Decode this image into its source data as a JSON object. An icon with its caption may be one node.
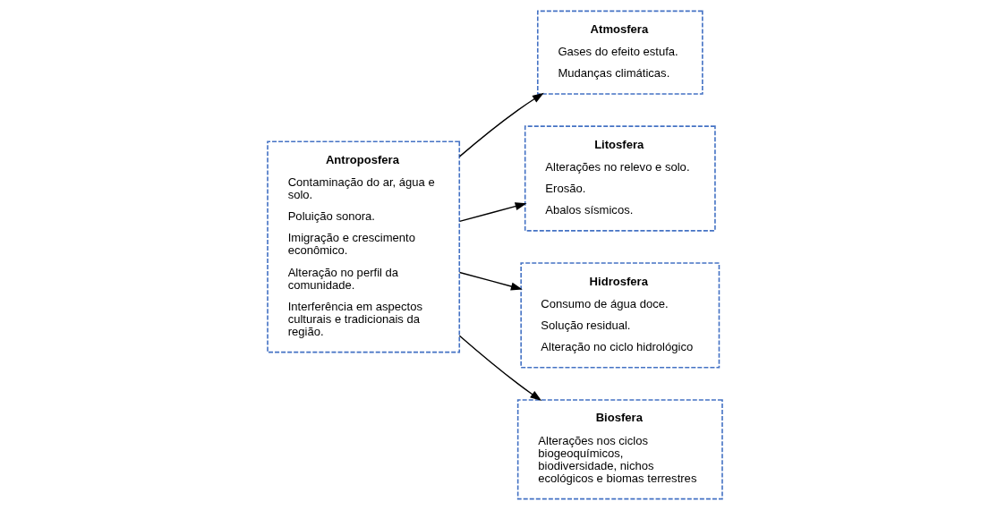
{
  "diagram": {
    "nodes": [
      {
        "text": [
          "Atmosfera",
          "Gases do efeito estufa.",
          "Mudanças climáticas."
        ]
      },
      {
        "text": [
          "Antroposfera",
          "Contaminação do ar, água e solo.",
          "Poluição sonora.",
          "Imigração e crescimento econômico.",
          "Alteração no perfil da comunidade.",
          "Interferência em aspectos culturais e tradicionais da região."
        ]
      },
      {
        "text": [
          "Litosfera",
          "Alterações no relevo e solo.",
          "Erosão.",
          "Abalos sísmicos."
        ]
      },
      {
        "text": [
          "Hidrosfera",
          "Consumo de água doce.",
          "Solução residual.",
          "Alteração no ciclo hidrológico"
        ]
      },
      {
        "text": [
          "Biosfera",
          "Alterações nos ciclos biogeoquímicos, biodiversidade, nichos ecológicos e biomas terrestres"
        ]
      }
    ],
    "edges": [
      {
        "from": 1,
        "to": 0,
        "arrow": "to"
      },
      {
        "from": 1,
        "to": 2,
        "arrow": "to"
      },
      {
        "from": 1,
        "to": 3,
        "arrow": "to"
      },
      {
        "from": 1,
        "to": 4,
        "arrow": "to"
      }
    ]
  }
}
